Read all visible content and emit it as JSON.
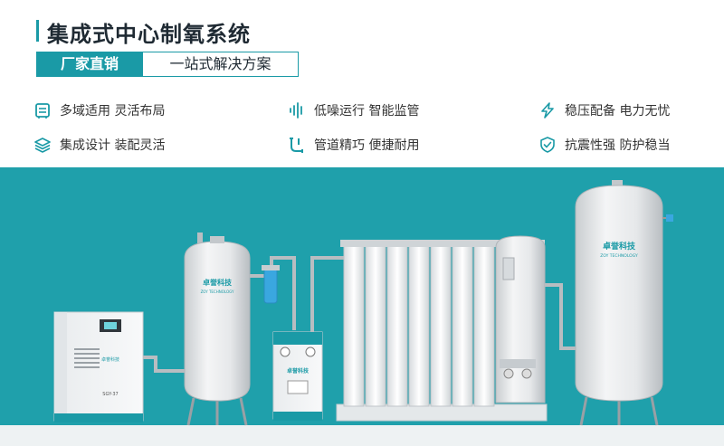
{
  "header": {
    "title": "集成式中心制氧系统",
    "tag_primary": "厂家直销",
    "tag_secondary": "一站式解决方案"
  },
  "features": [
    {
      "icon": "document-list-icon",
      "text": "多域适用 灵活布局"
    },
    {
      "icon": "sound-wave-icon",
      "text": "低噪运行 智能监管"
    },
    {
      "icon": "lightning-bolt-icon",
      "text": "稳压配备 电力无忧"
    },
    {
      "icon": "layers-icon",
      "text": "集成设计 装配灵活"
    },
    {
      "icon": "pipe-icon",
      "text": "管道精巧 便捷耐用"
    },
    {
      "icon": "shield-check-icon",
      "text": "抗震性强 防护稳当"
    }
  ],
  "equipment": {
    "brand_cn": "卓誉科技",
    "brand_en": "ZOY TECHNOLOGY",
    "compressor_model": "SGY-37"
  },
  "colors": {
    "accent": "#1a9aa6",
    "band": "#1fa0ab"
  }
}
